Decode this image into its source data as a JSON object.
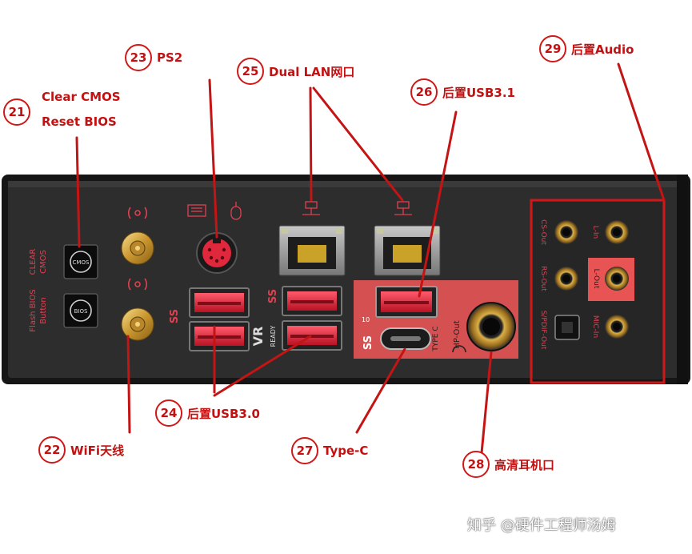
{
  "callouts": {
    "c21": {
      "num": "21",
      "line1": "Clear CMOS",
      "line2": "Reset BIOS"
    },
    "c22": {
      "num": "22",
      "label": "WiFi天线"
    },
    "c23": {
      "num": "23",
      "label": "PS2"
    },
    "c24": {
      "num": "24",
      "label": "后置USB3.0"
    },
    "c25": {
      "num": "25",
      "label": "Dual LAN网口"
    },
    "c26": {
      "num": "26",
      "label": "后置USB3.1"
    },
    "c27": {
      "num": "27",
      "label": "Type-C"
    },
    "c28": {
      "num": "28",
      "label": "高清耳机口"
    },
    "c29": {
      "num": "29",
      "label": "后置Audio"
    }
  },
  "panel_text": {
    "clear_cmos": "CLEAR\nCMOS",
    "flash_bios": "Flash BIOS\nButton",
    "cmos_btn": "CMOS",
    "bios_btn": "BIOS",
    "ss": "SS",
    "ss10": "SS",
    "ten": "10",
    "vr": "VR",
    "ready": "READY",
    "type_c": "TYPE C",
    "hp_out": "HP-Out",
    "cs_out": "CS-Out",
    "l_in": "L-In",
    "rs_out": "RS-Out",
    "l_out": "L-Out",
    "spdif_out": "S/PDIF-Out",
    "mic_in": "MIC-In"
  },
  "watermark": "知乎 @硬件工程师汤姆",
  "colors": {
    "accent": "#d01818",
    "panel": "#2b2b2b",
    "port_red": "#e0283c",
    "highlight": "#e84a4a"
  }
}
